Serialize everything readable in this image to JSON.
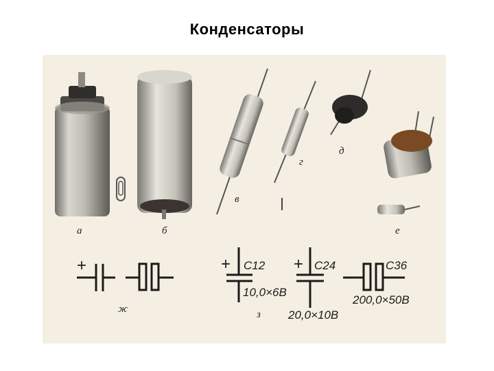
{
  "slide": {
    "title": "Конденсаторы"
  },
  "figure": {
    "labels": {
      "a": "а",
      "b": "б",
      "v": "в",
      "g": "г",
      "d": "д",
      "e": "е",
      "zh": "ж",
      "z": "з"
    },
    "schematics": {
      "plus": "+",
      "c12": {
        "name": "C12",
        "rating": "10,0×6В"
      },
      "c24": {
        "name": "C24",
        "rating": "20,0×10В"
      },
      "c36": {
        "name": "C36",
        "rating": "200,0×50В"
      }
    }
  }
}
